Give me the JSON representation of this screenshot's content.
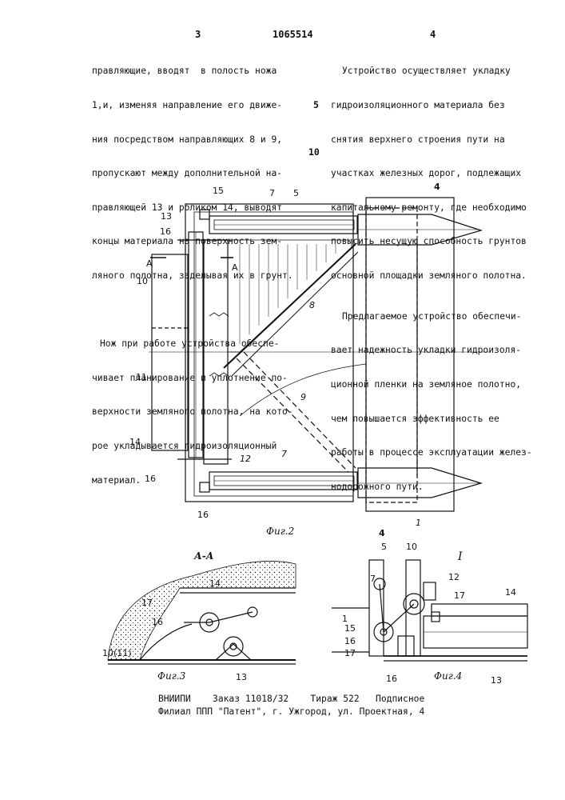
{
  "header": {
    "page_left": "3",
    "patent_number": "1065514",
    "page_right": "4"
  },
  "left_column": {
    "lines": [
      "правляющие, вводят  в полость ножа",
      "1,и, изменяя направление его движе-",
      "ния посредством направляющих 8 и 9,",
      "пропускают между дополнительной на-",
      "правляющей 13 и роликом 14, выводят",
      "концы материала на поверхность зем-",
      "ляного полотна, заделывая их в грунт.",
      "",
      "Нож при работе устройства обеспе-",
      "чивает планирование и уплотнение по-",
      "верхности земляного полотна, на кото-",
      "рое укладывается гидроизоляционный",
      "материал."
    ]
  },
  "right_column": {
    "lines": [
      "Устройство осуществляет укладку",
      "гидроизоляционного материала без",
      "снятия верхнего строения пути на",
      "участках железных дорог, подлежащих",
      "капитальному ремонту, где необходимо",
      "повысить несущую способность грунтов",
      "основной площадки земляного полотна.",
      "Предлагаемое устройство обеспечи-",
      "вает надежность укладки гидроизоля-",
      "ционной пленки на земляное полотно,",
      "чем повышается эффективность ее",
      "работы в процессе эксплуатации желез-",
      "нодорожного пути."
    ]
  },
  "line_numbers": [
    "5",
    "10"
  ],
  "figures": {
    "fig2": {
      "caption": "Фиг.2",
      "labels": [
        "15",
        "7",
        "5",
        "4",
        "13",
        "16",
        "А",
        "А",
        "10",
        "8",
        "11",
        "9",
        "14",
        "16",
        "12",
        "7",
        "16",
        "4",
        "1"
      ]
    },
    "fig3": {
      "caption": "Фиг.3",
      "title": "А-А",
      "labels": [
        "14",
        "17",
        "16",
        "10(11)",
        "13"
      ]
    },
    "fig4": {
      "caption": "Фиг.4",
      "title": "I",
      "labels": [
        "5",
        "10",
        "7",
        "12",
        "17",
        "14",
        "1",
        "15",
        "16",
        "17",
        "16",
        "13"
      ]
    }
  },
  "footer": {
    "line1": "ВНИИПИ    Заказ 11018/32    Тираж 522   Подписное",
    "line2": "Филиал ППП \"Патент\", г. Ужгород, ул. Проектная, 4"
  },
  "colors": {
    "ink": "#111111",
    "paper": "#ffffff"
  }
}
